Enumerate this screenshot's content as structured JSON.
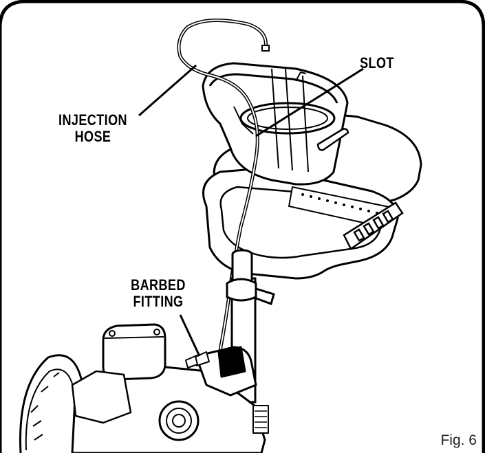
{
  "labels": {
    "injection_hose": [
      "INJECTION",
      "HOSE"
    ],
    "slot": "SLOT",
    "barbed_fitting": [
      "BARBED",
      "FITTING"
    ]
  },
  "figure_caption": "Fig. 6",
  "colors": {
    "line": "#000000",
    "background": "#ffffff",
    "panel_shade": "#d8d8d8"
  },
  "icons": [
    "detergent-bucket",
    "hose",
    "handle",
    "engine",
    "wheel",
    "barbed-fitting"
  ]
}
